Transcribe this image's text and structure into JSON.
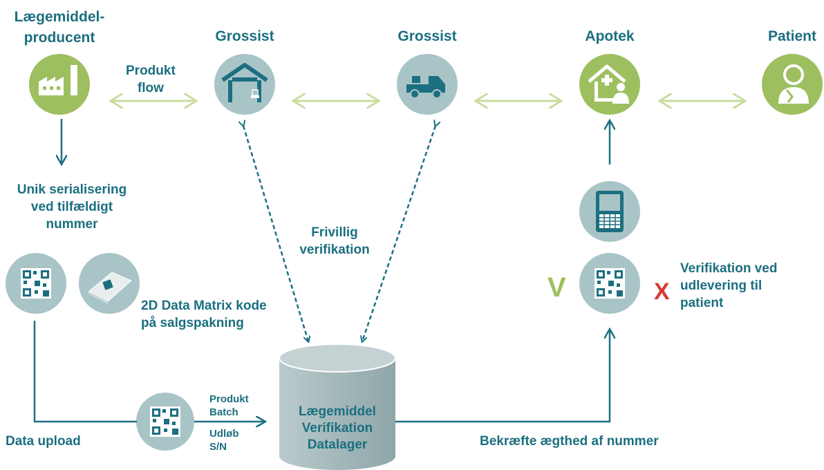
{
  "nodes": {
    "producer": "Lægemiddel-\nproducent",
    "wholesaler1": "Grossist",
    "wholesaler2": "Grossist",
    "pharmacy": "Apotek",
    "patient": "Patient"
  },
  "labels": {
    "product_flow": "Produkt\nflow",
    "serialization": "Unik serialisering\nved tilfældigt\nnummer",
    "voluntary_verification": "Frivillig\nverifikation",
    "datamatrix": "2D Data Matrix kode\npå salgspakning",
    "data_upload": "Data upload",
    "upload_fields_1": "Produkt\nBatch",
    "upload_fields_2": "Udløb\nS/N",
    "verify_at_dispense": "Verifikation ved\nudlevering til\npatient",
    "confirm_authenticity": "Bekræfte ægthed af nummer",
    "database": "Lægemiddel\nVerifikation\nDatalager"
  },
  "marks": {
    "check": "V",
    "cross": "X"
  },
  "colors": {
    "teal": "#1b6f80",
    "green": "#9dbf60",
    "light_gray": "#a9c4c7",
    "red": "#d63a33",
    "arrow_green": "#c9dd9e"
  }
}
